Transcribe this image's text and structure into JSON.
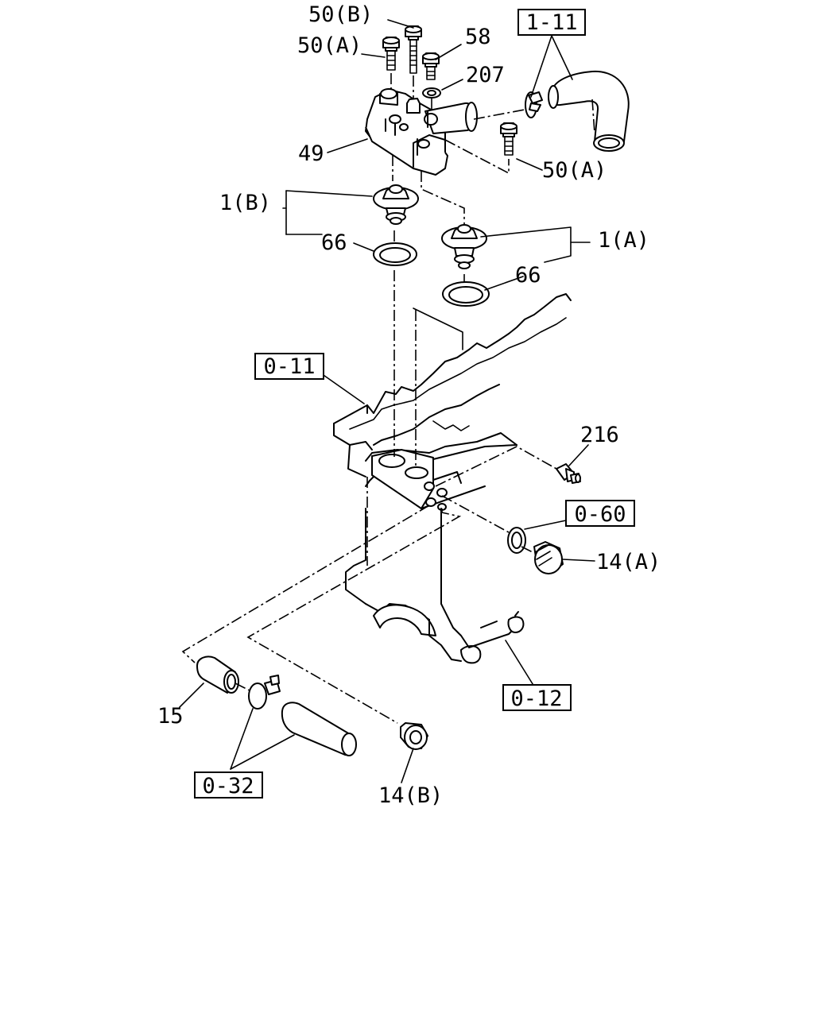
{
  "labels": {
    "l50b": "50(B)",
    "l50a_top": "50(A)",
    "l58": "58",
    "l207": "207",
    "r1_11": "1-11",
    "l49": "49",
    "l50a_right": "50(A)",
    "l1b": "1(B)",
    "l66_left": "66",
    "l1a": "1(A)",
    "l66_right": "66",
    "r0_11": "0-11",
    "l216": "216",
    "r0_60": "0-60",
    "l14a": "14(A)",
    "l15": "15",
    "r0_12": "0-12",
    "r0_32": "0-32",
    "l14b": "14(B)"
  }
}
